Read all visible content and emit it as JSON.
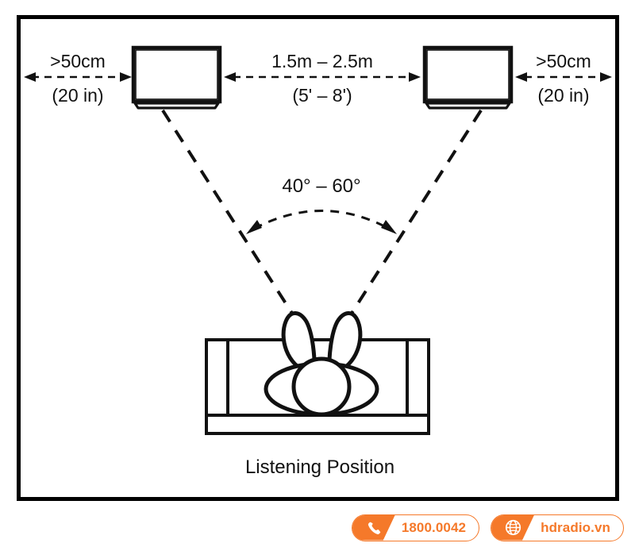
{
  "diagram": {
    "title_caption": "Listening Position",
    "left_distance": {
      "metric": ">50cm",
      "imperial": "(20 in)"
    },
    "center_distance": {
      "metric": "1.5m – 2.5m",
      "imperial": "(5' – 8')"
    },
    "right_distance": {
      "metric": ">50cm",
      "imperial": "(20 in)"
    },
    "angle_label": "40° – 60°",
    "elements": {
      "left_speaker": "left-speaker",
      "right_speaker": "right-speaker",
      "listener": "listener",
      "sofa": "sofa"
    },
    "colors": {
      "stroke": "#111111",
      "frame": "#000000",
      "background": "#ffffff"
    }
  },
  "footer": {
    "phone_badge": {
      "icon": "phone-icon",
      "label": "1800.0042"
    },
    "web_badge": {
      "icon": "globe-icon",
      "label": "hdradio.vn"
    },
    "accent_color": "#f5792a"
  }
}
